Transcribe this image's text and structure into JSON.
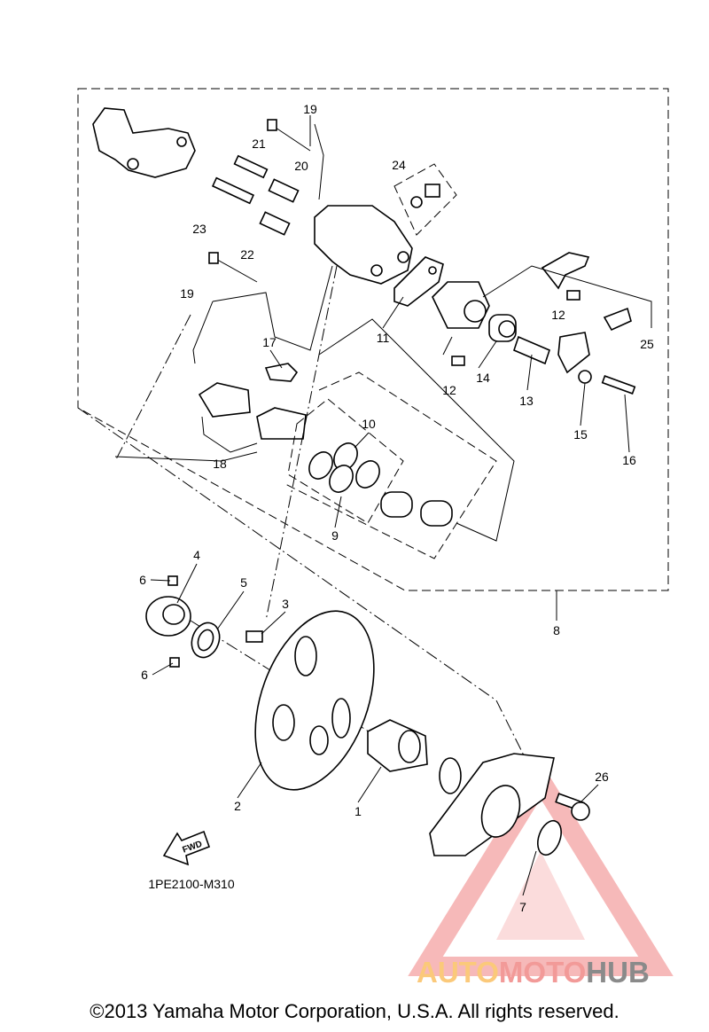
{
  "diagram": {
    "callouts": [
      "19",
      "21",
      "20",
      "24",
      "23",
      "22",
      "19",
      "11",
      "12",
      "25",
      "17",
      "12",
      "14",
      "13",
      "15",
      "16",
      "10",
      "18",
      "9",
      "4",
      "5",
      "3",
      "6",
      "6",
      "8",
      "2",
      "1",
      "26",
      "7"
    ],
    "fwd_label": "FWD",
    "drawing_code": "1PE2100-M310"
  },
  "watermark": {
    "part1": "AUTO",
    "part2": "MOTO",
    "part3": "HUB",
    "colors": {
      "auto": "#fbc97a",
      "moto": "#f29a98",
      "hub": "#8a8a8a",
      "triangle": "#f08080"
    }
  },
  "footer": {
    "copyright": "©2013 Yamaha Motor Corporation, U.S.A. All rights reserved."
  }
}
